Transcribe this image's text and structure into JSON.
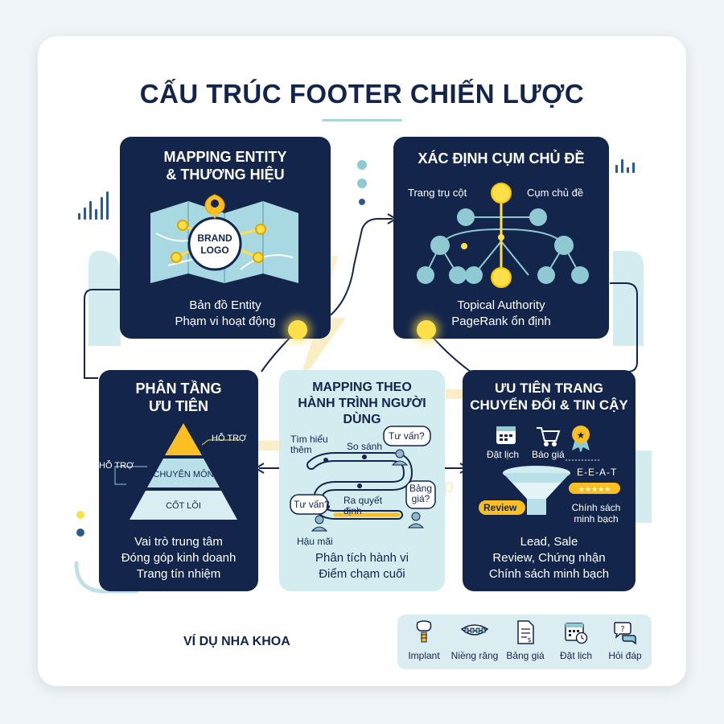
{
  "title": "CẤU TRÚC FOOTER CHIẾN LƯỢC",
  "panels": {
    "entity": {
      "heading": [
        "MAPPING ENTITY",
        "& THƯƠNG HIỆU"
      ],
      "logo_text": [
        "BRAND",
        "LOGO"
      ],
      "lines": [
        "Bản đồ Entity",
        "Phạm vi hoạt động"
      ]
    },
    "cluster": {
      "heading": "XÁC ĐỊNH CỤM CHỦ ĐỀ",
      "label_left": "Trang trụ cột",
      "label_right": "Cụm chủ đề",
      "lines": [
        "Topical Authority",
        "PageRank ổn định"
      ]
    },
    "priority": {
      "heading": [
        "PHÂN TẦNG",
        "ƯU TIÊN"
      ],
      "tag_right": "HỖ TRỢ",
      "tag_left": "HỖ TRỢ",
      "tier_mid": "CHUYÊN MÔN",
      "tier_bottom": "CỐT LÕI",
      "lines": [
        "Vai trò trung tâm",
        "Đóng góp kinh doanh",
        "Trang tín nhiệm"
      ]
    },
    "journey": {
      "heading": [
        "MAPPING THEO",
        "HÀNH TRÌNH NGƯỜI DÙNG"
      ],
      "step1": [
        "Tìm hiểu",
        "thêm"
      ],
      "step2": "So sánh",
      "bubble1": "Tư vấn?",
      "step3": [
        "Ra quyết",
        "định"
      ],
      "bubble2": "Tư vấn?",
      "bubble3": [
        "Bảng",
        "giá?"
      ],
      "step4": "Hậu mãi",
      "lines": [
        "Phân tích hành vi",
        "Điểm chạm cuối"
      ]
    },
    "conversion": {
      "heading": [
        "ƯU TIÊN TRANG",
        "CHUYỂN ĐỔI & TIN CẬY"
      ],
      "icon_labels": [
        "Đặt lịch",
        "Báo giá"
      ],
      "eeat": "E-E-A-T",
      "review": "Review",
      "policy": [
        "Chính sách",
        "minh bạch"
      ],
      "lines": [
        "Lead, Sale",
        "Review, Chứng nhận",
        "Chính sách minh bạch"
      ]
    }
  },
  "example": {
    "label": "VÍ DỤ NHA KHOA",
    "items": [
      {
        "label": "Implant",
        "icon": "tooth-implant-icon"
      },
      {
        "label": "Niềng răng",
        "icon": "braces-icon"
      },
      {
        "label": "Bảng giá",
        "icon": "price-list-icon"
      },
      {
        "label": "Đặt lịch",
        "icon": "calendar-clock-icon"
      },
      {
        "label": "Hỏi đáp",
        "icon": "chat-bubbles-icon"
      }
    ]
  },
  "watermark": {
    "main": "LIGHT",
    "sub": "Nhanh Chóng Đẹp"
  },
  "colors": {
    "navy": "#13254a",
    "light_teal": "#d3ecf0",
    "accent_yellow": "#fde047",
    "teal": "#7fc6cf"
  }
}
